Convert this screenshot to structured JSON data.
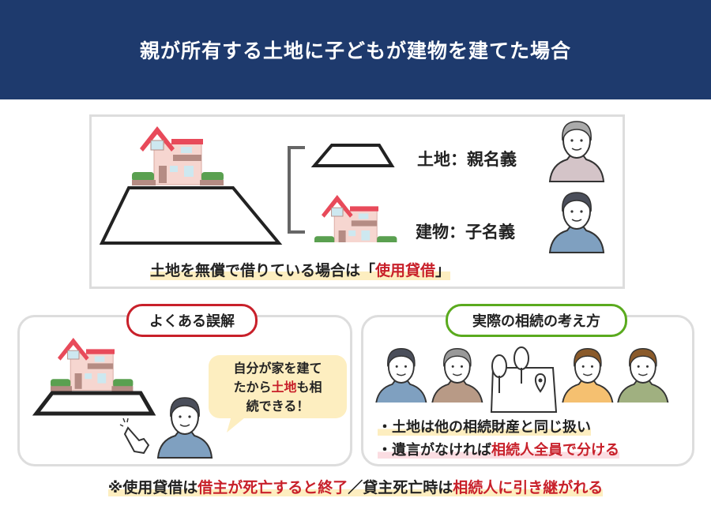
{
  "header": {
    "title": "親が所有する土地に子どもが建物を建てた場合"
  },
  "top": {
    "land_label": "土地：親名義",
    "building_label": "建物：子名義",
    "caption_pre": "土地を無償で借りている場合は「",
    "caption_em": "使用貸借",
    "caption_post": "」"
  },
  "misconception": {
    "title": "よくある誤解",
    "bubble_1": "自分が家を建て",
    "bubble_2a": "たから",
    "bubble_2b": "土地",
    "bubble_2c": "も相",
    "bubble_3": "続できる！"
  },
  "actual": {
    "title": "実際の相続の考え方",
    "bullet1": "・土地は他の相続財産と同じ扱い",
    "bullet2_pre": "・遺言がなければ",
    "bullet2_em": "相続人全員で分ける"
  },
  "footer": {
    "p1": "※使用貸借は",
    "p2": "借主が死亡すると終了",
    "p3": "／貸主死亡時は",
    "p4": "相続人に引き継がれる"
  },
  "colors": {
    "navy": "#1e3a6d",
    "red": "#c8202a",
    "green": "#5aaa1e",
    "highlight": "#fdeec0"
  }
}
